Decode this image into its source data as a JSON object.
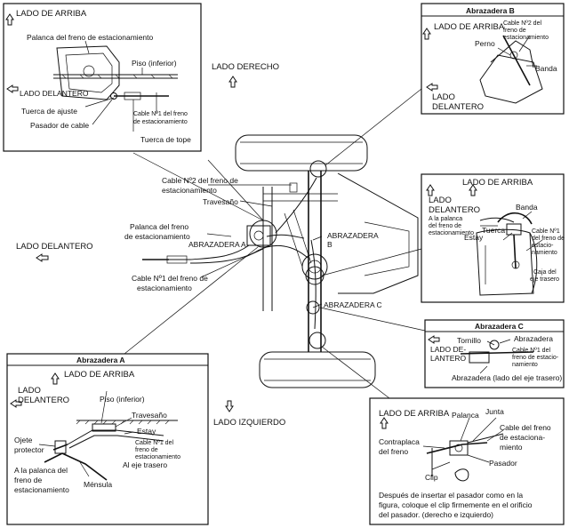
{
  "panel_top_left": {
    "up_label": "LADO DE ARRIBA",
    "brake_lever": "Palanca del freno de estacionamiento",
    "floor": "Piso (inferior)",
    "front_label": "LADO DELANTERO",
    "adjust_nut": "Tuerca de ajuste",
    "cable_pin": "Pasador de cable",
    "cable_no1_a": "Cable Nº1 del freno",
    "cable_no1_b": "de estacionamiento",
    "stop_nut": "Tuerca de tope"
  },
  "center": {
    "right_side": "LADO DERECHO",
    "left_side": "LADO IZQUIERDO",
    "front_side": "LADO DELANTERO",
    "cable_no2_a": "Cable Nº2 del freno de",
    "cable_no2_b": "estacionamiento",
    "crossmember": "Travesaño",
    "lever_a": "Palanca del freno",
    "lever_b": "de estacionamiento",
    "clamp_a": "ABRAZADERA A",
    "clamp_b_a": "ABRAZADERA",
    "clamp_b_b": "B",
    "clamp_c": "ABRAZADERA C",
    "cable_no1_a": "Cable Nº1 del freno de",
    "cable_no1_b": "estacionamiento"
  },
  "panel_clamp_b": {
    "title": "Abrazadera B",
    "up_label": "LADO DE ARRIBA",
    "cable_no2_a": "Cable Nº2 del",
    "cable_no2_b": "freno de",
    "cable_no2_c": "estacionamiento",
    "bolt": "Perno",
    "band": "Banda",
    "front_a": "LADO",
    "front_b": "DELANTERO"
  },
  "panel_mid_right": {
    "up_label": "LADO DE ARRIBA",
    "front_a": "LADO",
    "front_b": "DELANTERO",
    "to_lever_a": "A la palanca",
    "to_lever_b": "del freno de",
    "to_lever_c": "estacionamiento",
    "band": "Banda",
    "nut": "Tuerca",
    "stay": "Estay",
    "cable_no1_a": "Cable Nº1",
    "cable_no1_b": "del freno de",
    "cable_no1_c": "estacio-",
    "cable_no1_d": "namiento",
    "rear_axle_a": "Caja del",
    "rear_axle_b": "eje trasero"
  },
  "panel_clamp_c": {
    "title": "Abrazadera C",
    "screw": "Tornillo",
    "clamp": "Abrazadera",
    "front_a": "LADO DE-",
    "front_b": "LANTERO",
    "cable_no1_a": "Cable Nº1 del",
    "cable_no1_b": "freno de estacio-",
    "cable_no1_c": "namiento",
    "clamp_rear": "Abrazadera (lado del eje trasero)"
  },
  "panel_clamp_a": {
    "title": "Abrazadera A",
    "up_label": "LADO DE ARRIBA",
    "front_a": "LADO",
    "front_b": "DELANTERO",
    "floor": "Piso (inferior)",
    "crossmember": "Travesaño",
    "stay": "Estay",
    "grommet_a": "Ojete",
    "grommet_b": "protector",
    "cable_no1_a": "Cable Nº1 del",
    "cable_no1_b": "freno de",
    "cable_no1_c": "estacionamiento",
    "to_axle": "Al eje trasero",
    "to_lever_a": "A la palanca del",
    "to_lever_b": "freno de",
    "to_lever_c": "estacionamiento",
    "bracket": "Ménsula"
  },
  "panel_bottom_right": {
    "up_label": "LADO DE ARRIBA",
    "lever": "Palanca",
    "joint": "Junta",
    "cable_no1_a": "Cable del freno",
    "cable_no1_b": "de estaciona-",
    "cable_no1_c": "miento",
    "backing_a": "Contraplaca",
    "backing_b": "del freno",
    "pin": "Pasador",
    "clip": "Clip",
    "note_1": "Después de insertar el pasador como en la",
    "note_2": "figura, coloque el clip firmemente en el orificio",
    "note_3": "del pasador. (derecho e izquierdo)"
  }
}
